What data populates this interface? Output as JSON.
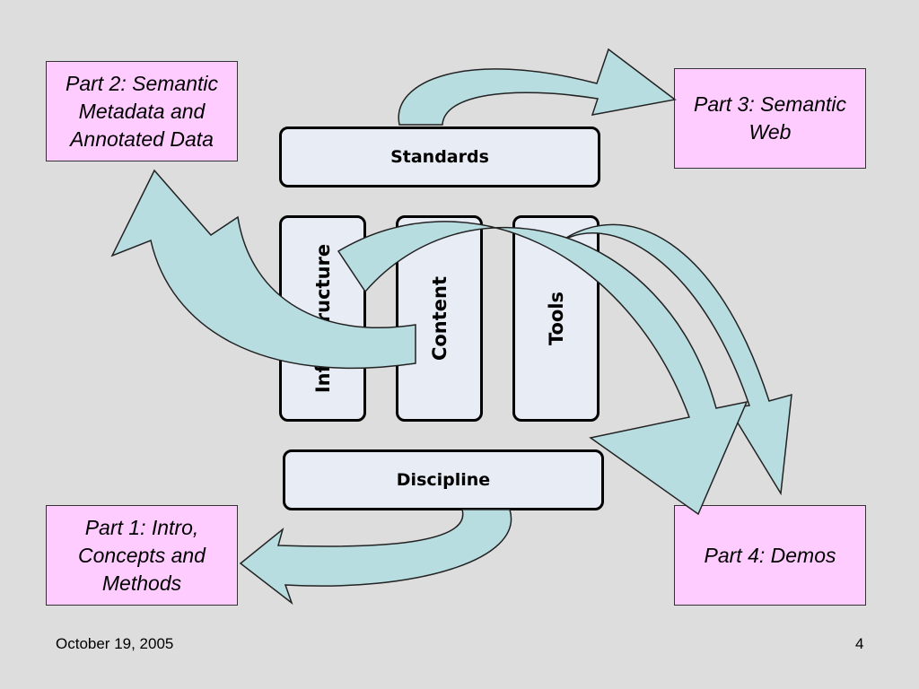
{
  "parts": {
    "part1": "Part 1: Intro,\nConcepts and\nMethods",
    "part2": "Part 2: Semantic\nMetadata and\nAnnotated Data",
    "part3": "Part 3: Semantic\nWeb",
    "part4": "Part 4: Demos"
  },
  "layers": {
    "standards": "Standards",
    "discipline": "Discipline"
  },
  "pillars": {
    "infrastructure": "Infrastructure",
    "content": "Content",
    "tools": "Tools"
  },
  "footer": {
    "date": "October 19, 2005",
    "page_number": "4"
  },
  "colors": {
    "part_box": "#ffccff",
    "layer_box": "#e8ecf5",
    "arrow": "#b8dde0",
    "background": "#dddddd"
  }
}
